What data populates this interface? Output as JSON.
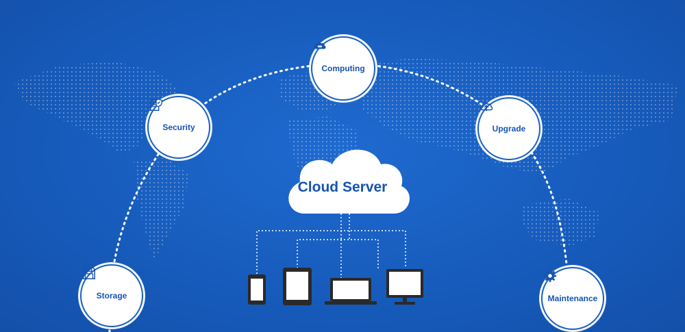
{
  "diagram": {
    "center": {
      "label": "Cloud Server"
    },
    "services": [
      {
        "label": "Computing",
        "icon": "cloud-infinity-icon"
      },
      {
        "label": "Security",
        "icon": "shield-document-icon"
      },
      {
        "label": "Upgrade",
        "icon": "cloud-upload-icon"
      },
      {
        "label": "Storage",
        "icon": "floppy-disk-icon"
      },
      {
        "label": "Maintenance",
        "icon": "gear-icon"
      }
    ],
    "devices": [
      "phone-icon",
      "tablet-icon",
      "laptop-icon",
      "monitor-icon"
    ],
    "colors": {
      "background": "#1a5fbf",
      "accent": "#1654b0",
      "foreground": "#ffffff"
    }
  }
}
